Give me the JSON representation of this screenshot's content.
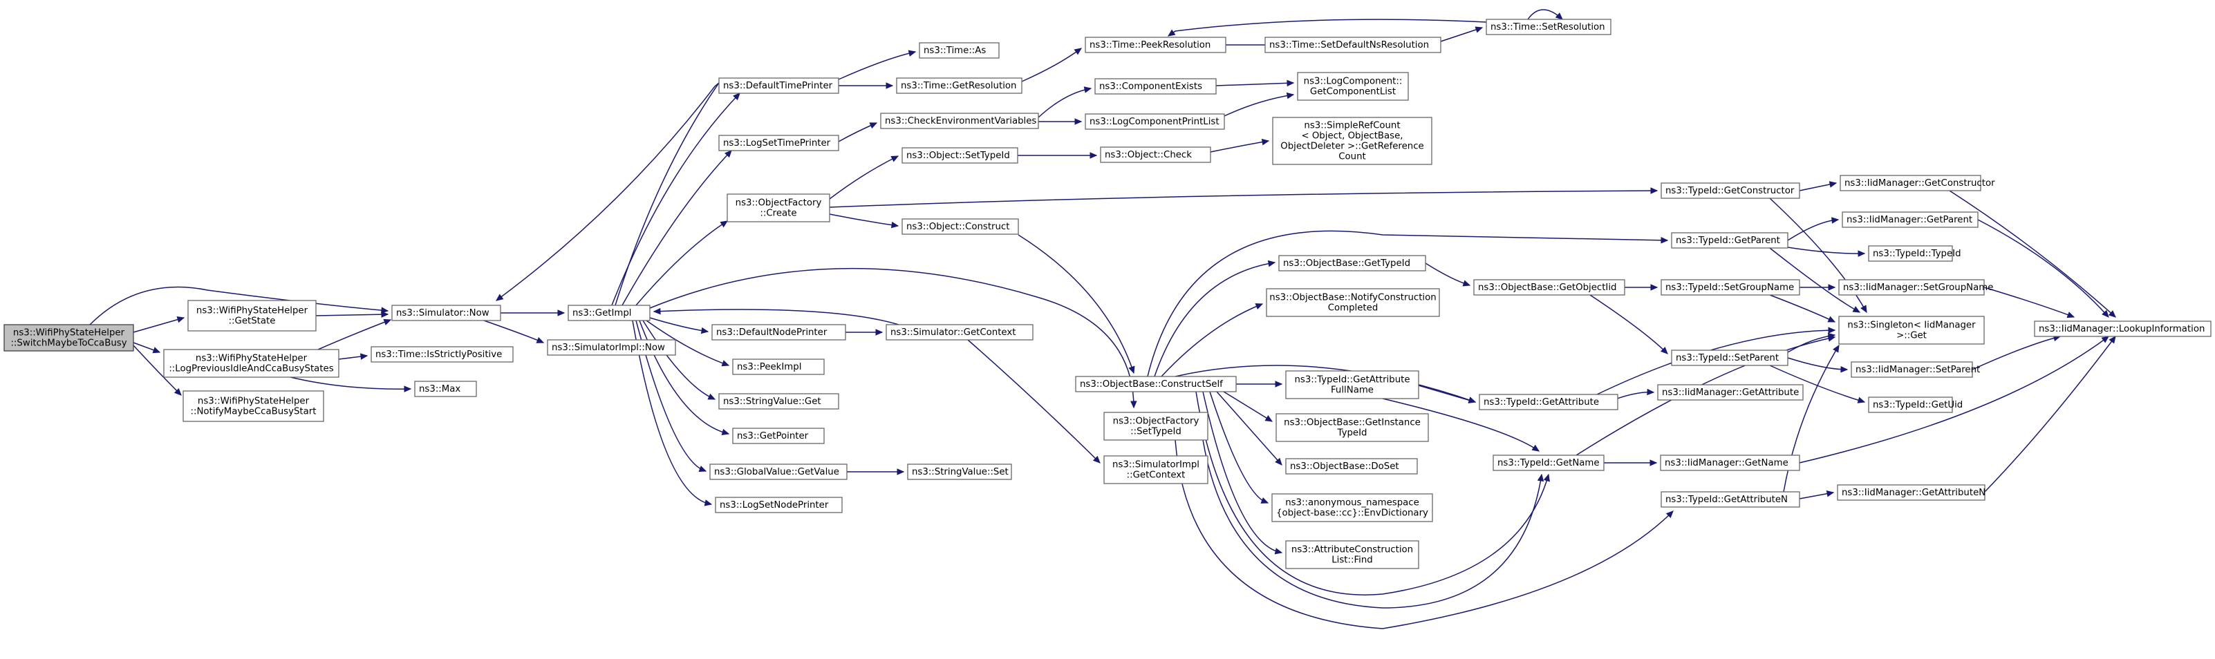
{
  "colors": {
    "edge": "#191970",
    "node_border": "#666666",
    "node_fill": "#ffffff",
    "root_fill": "#bfbfbf"
  },
  "nodes": {
    "root": [
      "ns3::WifiPhyStateHelper",
      "::SwitchMaybeToCcaBusy"
    ],
    "getstate": [
      "ns3::WifiPhyStateHelper",
      "::GetState"
    ],
    "logprev": [
      "ns3::WifiPhyStateHelper",
      "::LogPreviousIdleAndCcaBusyStates"
    ],
    "notify": [
      "ns3::WifiPhyStateHelper",
      "::NotifyMaybeCcaBusyStart"
    ],
    "simnow": [
      "ns3::Simulator::Now"
    ],
    "strictpos": [
      "ns3::Time::IsStrictlyPositive"
    ],
    "max": [
      "ns3::Max"
    ],
    "getimpl": [
      "ns3::GetImpl"
    ],
    "simimplnow": [
      "ns3::SimulatorImpl::Now"
    ],
    "deftimeprinter": [
      "ns3::DefaultTimePrinter"
    ],
    "logsettimeprinter": [
      "ns3::LogSetTimePrinter"
    ],
    "objfactcreate": [
      "ns3::ObjectFactory",
      "::Create"
    ],
    "defnodeprinter": [
      "ns3::DefaultNodePrinter"
    ],
    "peekimpl": [
      "ns3::PeekImpl"
    ],
    "strvalget": [
      "ns3::StringValue::Get"
    ],
    "getpointer": [
      "ns3::GetPointer"
    ],
    "globalvalget": [
      "ns3::GlobalValue::GetValue"
    ],
    "logsetnodeprinter": [
      "ns3::LogSetNodePrinter"
    ],
    "timeas": [
      "ns3::Time::As"
    ],
    "timegetres": [
      "ns3::Time::GetResolution"
    ],
    "checkenv": [
      "ns3::CheckEnvironmentVariables"
    ],
    "objsettypeid": [
      "ns3::Object::SetTypeId"
    ],
    "objconstruct": [
      "ns3::Object::Construct"
    ],
    "simgetcontext": [
      "ns3::Simulator::GetContext"
    ],
    "strvalset": [
      "ns3::StringValue::Set"
    ],
    "objfactsettypeid": [
      "ns3::ObjectFactory",
      "::SetTypeId"
    ],
    "simimplgetcontext": [
      "ns3::SimulatorImpl",
      "::GetContext"
    ],
    "peekres": [
      "ns3::Time::PeekResolution"
    ],
    "compexists": [
      "ns3::ComponentExists"
    ],
    "logcompprintlist": [
      "ns3::LogComponentPrintList"
    ],
    "objcheck": [
      "ns3::Object::Check"
    ],
    "objbaseconstructself": [
      "ns3::ObjectBase::ConstructSelf"
    ],
    "setdefaultns": [
      "ns3::Time::SetDefaultNsResolution"
    ],
    "logcompgetlist": [
      "ns3::LogComponent::",
      "GetComponentList"
    ],
    "simplerefcount": [
      "ns3::SimpleRefCount",
      "< Object, ObjectBase,",
      "ObjectDeleter >::GetReference",
      "Count"
    ],
    "objbasegettypeid": [
      "ns3::ObjectBase::GetTypeId"
    ],
    "objbasenotify": [
      "ns3::ObjectBase::NotifyConstruction",
      "Completed"
    ],
    "typeidgetattrfullname": [
      "ns3::TypeId::GetAttribute",
      "FullName"
    ],
    "objbasegetinstance": [
      "ns3::ObjectBase::GetInstance",
      "TypeId"
    ],
    "objbasedoset": [
      "ns3::ObjectBase::DoSet"
    ],
    "envdict": [
      "ns3::anonymous_namespace",
      "{object-base::cc}::EnvDictionary"
    ],
    "attrconstfind": [
      "ns3::AttributeConstruction",
      "List::Find"
    ],
    "timesetres": [
      "ns3::Time::SetResolution"
    ],
    "typeidgetconstructor": [
      "ns3::TypeId::GetConstructor"
    ],
    "typeidgetparent": [
      "ns3::TypeId::GetParent"
    ],
    "objbasegetobjectiid": [
      "ns3::ObjectBase::GetObjectIid"
    ],
    "typeidgetattribute": [
      "ns3::TypeId::GetAttribute"
    ],
    "typeidgetname": [
      "ns3::TypeId::GetName"
    ],
    "typeidgetattributen": [
      "ns3::TypeId::GetAttributeN"
    ],
    "typeidsetgroupname": [
      "ns3::TypeId::SetGroupName"
    ],
    "typeidsetparent": [
      "ns3::TypeId::SetParent"
    ],
    "iidgetattribute": [
      "ns3::IidManager::GetAttribute"
    ],
    "iidgetname": [
      "ns3::IidManager::GetName"
    ],
    "iidgetconstructor": [
      "ns3::IidManager::GetConstructor"
    ],
    "iidgetparent": [
      "ns3::IidManager::GetParent"
    ],
    "typeidtypeid": [
      "ns3::TypeId::TypeId"
    ],
    "singletonget": [
      "ns3::Singleton< IidManager",
      ">::Get"
    ],
    "iidsetgroupname": [
      "ns3::IidManager::SetGroupName"
    ],
    "iidsetparent": [
      "ns3::IidManager::SetParent"
    ],
    "typeidgetuid": [
      "ns3::TypeId::GetUid"
    ],
    "iidgetattributen": [
      "ns3::IidManager::GetAttributeN"
    ],
    "iidlookupinfo": [
      "ns3::IidManager::LookupInformation"
    ]
  }
}
